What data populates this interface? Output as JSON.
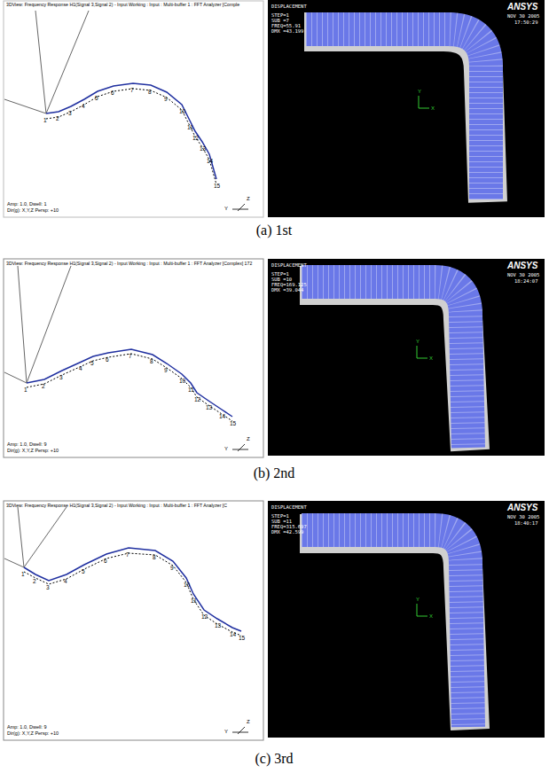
{
  "diagram": {
    "labels": [
      "3DView: Frequency Response H1(Signal 3,Signal 2) - Input Working : Input : Multi-buffer 1 : FFT Analyzer [Comple",
      "1",
      "2",
      "3",
      "4",
      "5",
      "6",
      "7",
      "8",
      "9",
      "10",
      "11",
      "12",
      "13",
      "14",
      "15",
      "Amp: 1.0, Dwell: 1",
      "Dir(g): X,Y,Z Persp: +10",
      "Y",
      "Z",
      "DISPLACEMENT",
      "STEP=1",
      "SUB =7",
      "FREQ=55.91",
      "DMX =43.199",
      "ANSYS",
      "NOV 30 2005",
      "17:50:29",
      "Y",
      "X",
      "(a) 1st",
      "3DView: Frequency Response H1(Signal 3,Signal 2) - Input Working : Input : Multi-buffer 1 : FFT Analyzer [Complex] 172",
      "1",
      "2",
      "3",
      "4",
      "5",
      "6",
      "7",
      "8",
      "9",
      "10",
      "11",
      "12",
      "13",
      "14",
      "15",
      "Amp: 1.0, Dwell: 9",
      "Dir(g): X,Y,Z Persp: +10",
      "Y",
      "Z",
      "DISPLACEMENT",
      "STEP=1",
      "SUB =10",
      "FREQ=169.125",
      "DMX =39.044",
      "ANSYS",
      "NOV 30 2005",
      "18:24:07",
      "Y",
      "X",
      "(b) 2nd",
      "3DView: Frequency Response H1(Signal 3,Signal 2) - Input Working : Input : Multi-buffer 1 : FFT Analyzer [C",
      "1",
      "2",
      "3",
      "4",
      "5",
      "6",
      "7",
      "8",
      "9",
      "10",
      "11",
      "12",
      "13",
      "14",
      "15",
      "Amp: 1.0, Dwell: 9",
      "Dir(g): X,Y,Z Persp: +10",
      "Y",
      "Z",
      "DISPLACEMENT",
      "STEP=1",
      "SUB =11",
      "FREQ=315.697",
      "DMX =42.599",
      "ANSYS",
      "NOV 30 2005",
      "18:40:17",
      "Y",
      "X",
      "(c) 3rd"
    ]
  }
}
